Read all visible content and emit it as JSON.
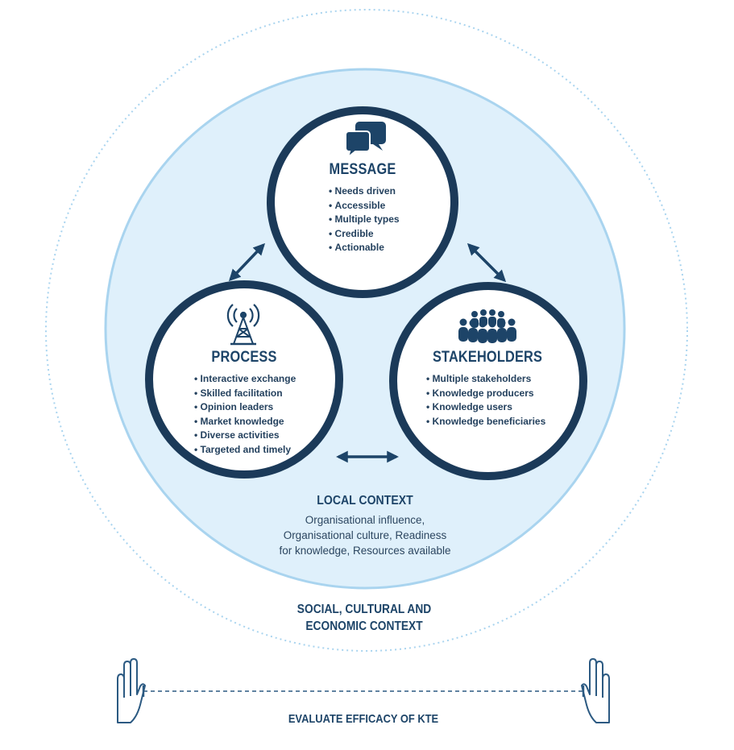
{
  "colors": {
    "navy": "#1d4468",
    "ring": "#1b3a59",
    "light_fill": "#dff0fb",
    "light_stroke": "#a9d4ef",
    "dotted": "#a9d4ef",
    "hand_stroke": "#2c5a82"
  },
  "message": {
    "icon": "speech-bubbles-icon",
    "title": "MESSAGE",
    "items": [
      "Needs driven",
      "Accessible",
      "Multiple types",
      "Credible",
      "Actionable"
    ]
  },
  "process": {
    "icon": "broadcast-tower-icon",
    "title": "PROCESS",
    "items": [
      "Interactive exchange",
      "Skilled facilitation",
      "Opinion leaders",
      "Market knowledge",
      "Diverse activities",
      "Targeted and timely"
    ]
  },
  "stakeholders": {
    "icon": "group-of-people-icon",
    "title": "STAKEHOLDERS",
    "items": [
      "Multiple stakeholders",
      "Knowledge producers",
      "Knowledge users",
      "Knowledge beneficiaries"
    ]
  },
  "local_context": {
    "title": "LOCAL CONTEXT",
    "lines": [
      "Organisational influence,",
      "Organisational culture, Readiness",
      "for knowledge, Resources available"
    ]
  },
  "outer_context": {
    "lines": [
      "SOCIAL, CULTURAL AND",
      "ECONOMIC CONTEXT"
    ]
  },
  "evaluate": {
    "label": "EVALUATE EFFICACY OF KTE",
    "icon_left": "raised-hand-icon",
    "icon_right": "raised-hand-icon"
  }
}
